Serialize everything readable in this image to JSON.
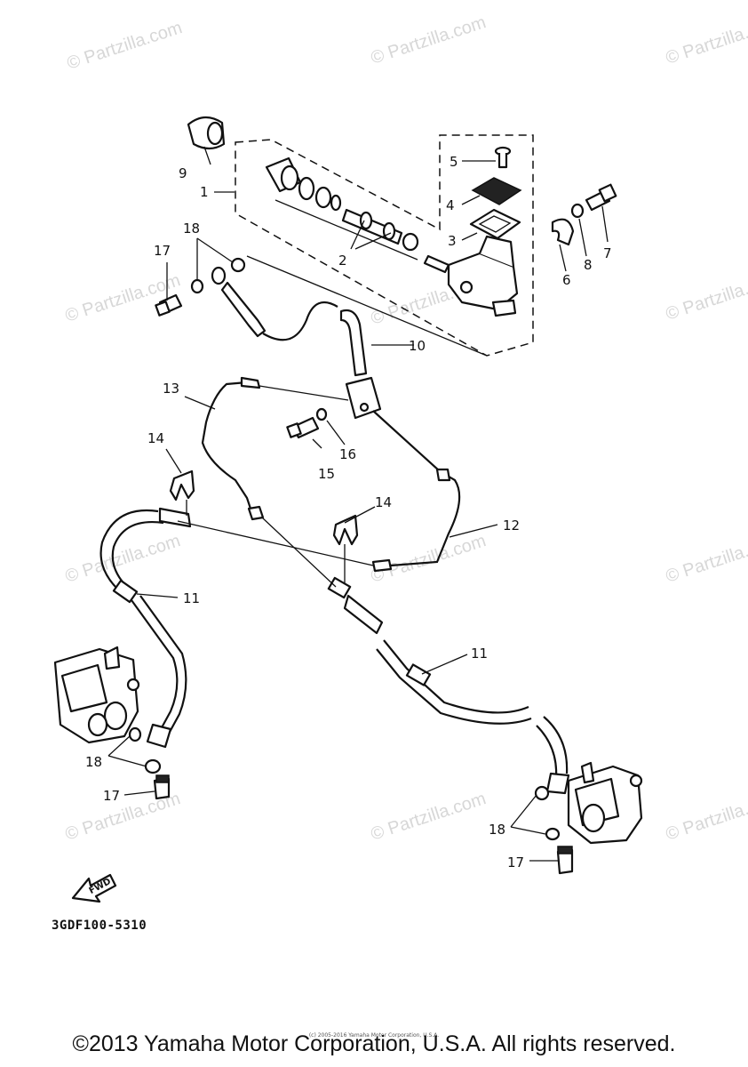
{
  "watermark_text": "© Partzilla.com",
  "diagram_code": "3GDF100-5310",
  "fwd_label": "FWD",
  "callouts": {
    "c1": "1",
    "c2": "2",
    "c3": "3",
    "c4": "4",
    "c5": "5",
    "c6": "6",
    "c7": "7",
    "c8": "8",
    "c9": "9",
    "c10": "10",
    "c11a": "11",
    "c11b": "11",
    "c12": "12",
    "c13": "13",
    "c14a": "14",
    "c14b": "14",
    "c15": "15",
    "c16": "16",
    "c17a": "17",
    "c17b": "17",
    "c17c": "17",
    "c18a": "18",
    "c18b": "18",
    "c18c": "18"
  },
  "footer": {
    "copyright": "©2013 Yamaha Motor Corporation, U.S.A. All rights reserved.",
    "fine_print": "(c) 2005-2016 Yamaha Motor Corporation, U.S.A."
  }
}
